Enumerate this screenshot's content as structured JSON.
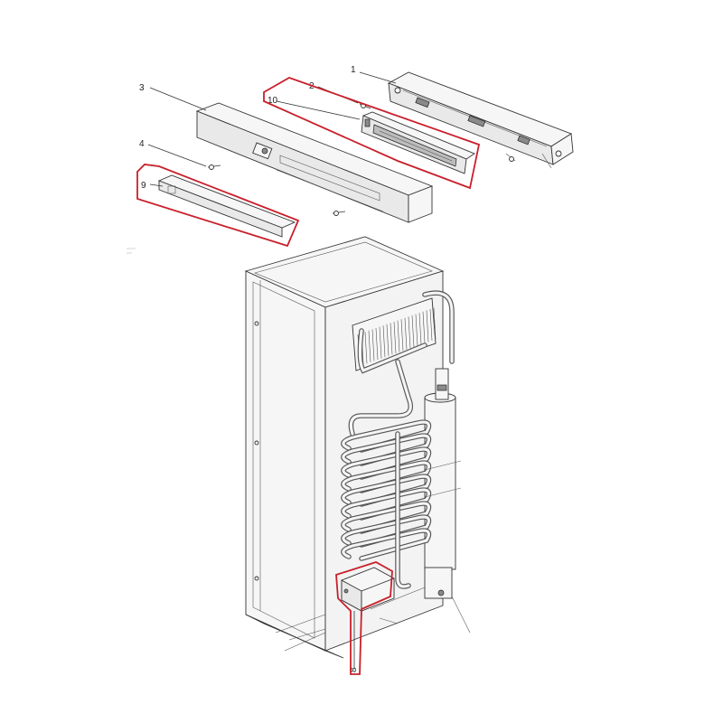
{
  "diagram": {
    "callouts": [
      "1",
      "2",
      "3",
      "4",
      "9",
      "10",
      "8"
    ],
    "watermark_lines": [
      "Z",
      "AM"
    ],
    "highlight_color": "#c8202b"
  }
}
